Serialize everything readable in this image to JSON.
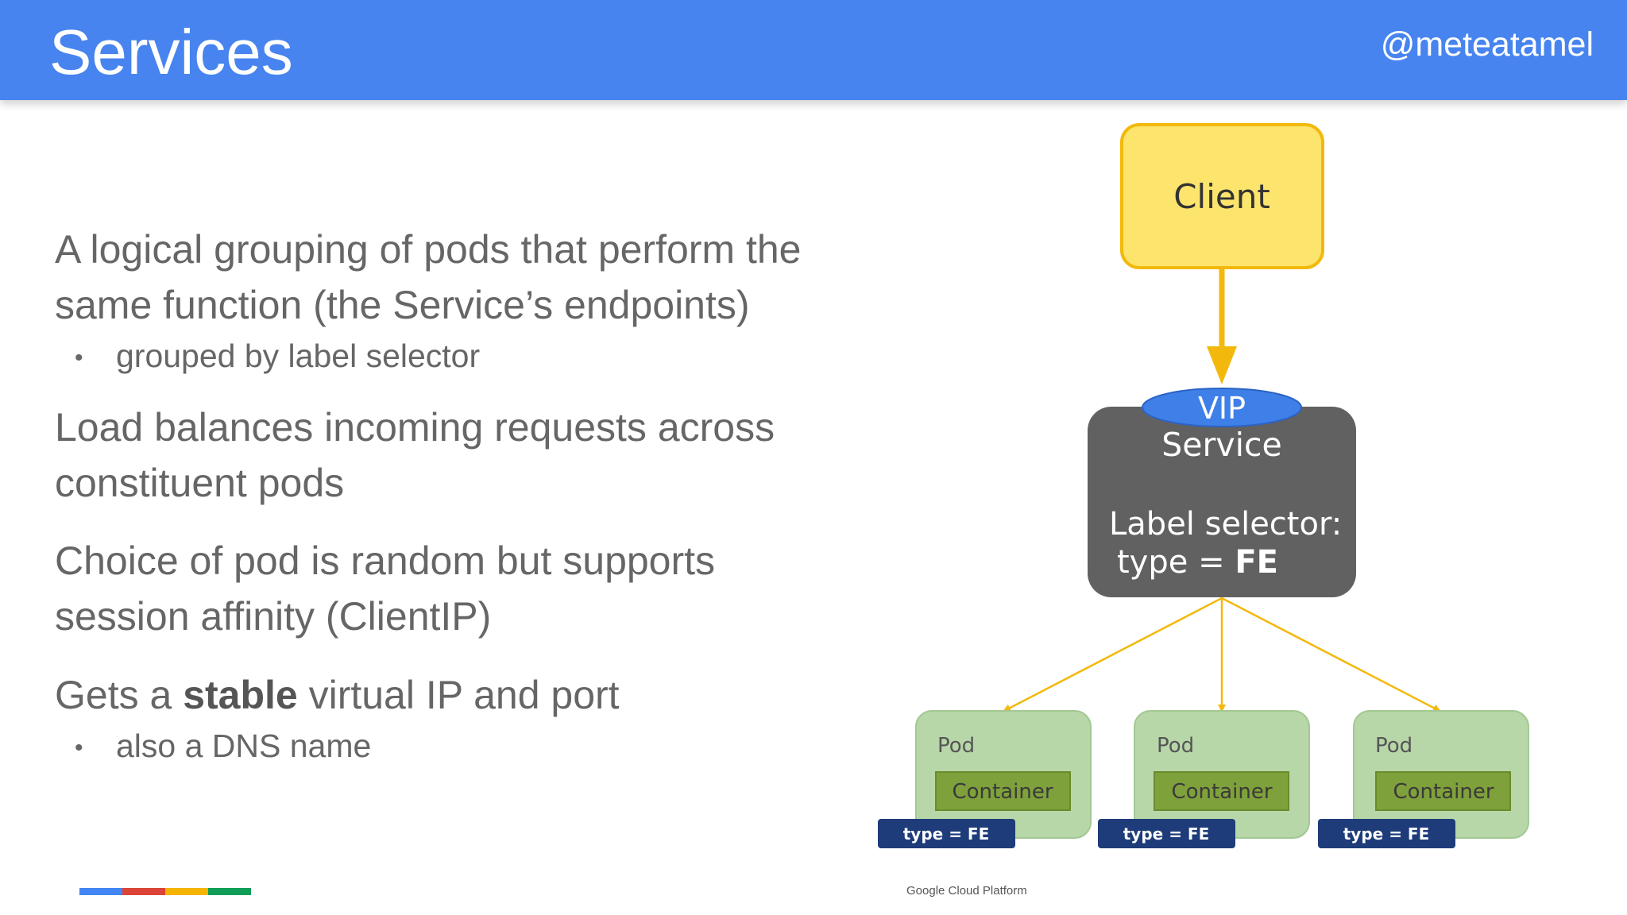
{
  "header": {
    "title": "Services",
    "handle": "@meteatamel"
  },
  "content": {
    "point1_line1": "A logical grouping of pods that perform the",
    "point1_line2": "same function (the Service’s endpoints)",
    "point1_sub": "grouped by label selector",
    "point2_line1": "Load balances incoming requests across",
    "point2_line2": "constituent pods",
    "point3_line1": "Choice of pod is random but supports",
    "point3_line2": "session affinity (ClientIP)",
    "point4_prefix": "Gets a ",
    "point4_bold": "stable",
    "point4_suffix": " virtual IP and port",
    "point4_sub": "also a DNS name"
  },
  "diagram": {
    "client_label": "Client",
    "vip_label": "VIP",
    "service_label": "Service",
    "selector_label": "Label selector:",
    "selector_key": "type = ",
    "selector_value": "FE",
    "pods": [
      {
        "pod_label": "Pod",
        "container_label": "Container",
        "tag": "type = FE"
      },
      {
        "pod_label": "Pod",
        "container_label": "Container",
        "tag": "type = FE"
      },
      {
        "pod_label": "Pod",
        "container_label": "Container",
        "tag": "type = FE"
      }
    ]
  },
  "footer": {
    "platform": "Google Cloud Platform"
  },
  "colors": {
    "header_blue": "#4784ef",
    "client_yellow": "#fde46c",
    "client_border": "#f2b90c",
    "arrow_yellow": "#f2b90c",
    "vip_blue": "#3f7fe8",
    "service_gray": "#616161",
    "pod_green": "#b7d7a8",
    "container_green": "#7fa13b",
    "tag_navy": "#1e3c7a",
    "gcp_blue": "#4285f4",
    "gcp_red": "#db4437",
    "gcp_yellow": "#f4b400",
    "gcp_green": "#0f9d58"
  }
}
